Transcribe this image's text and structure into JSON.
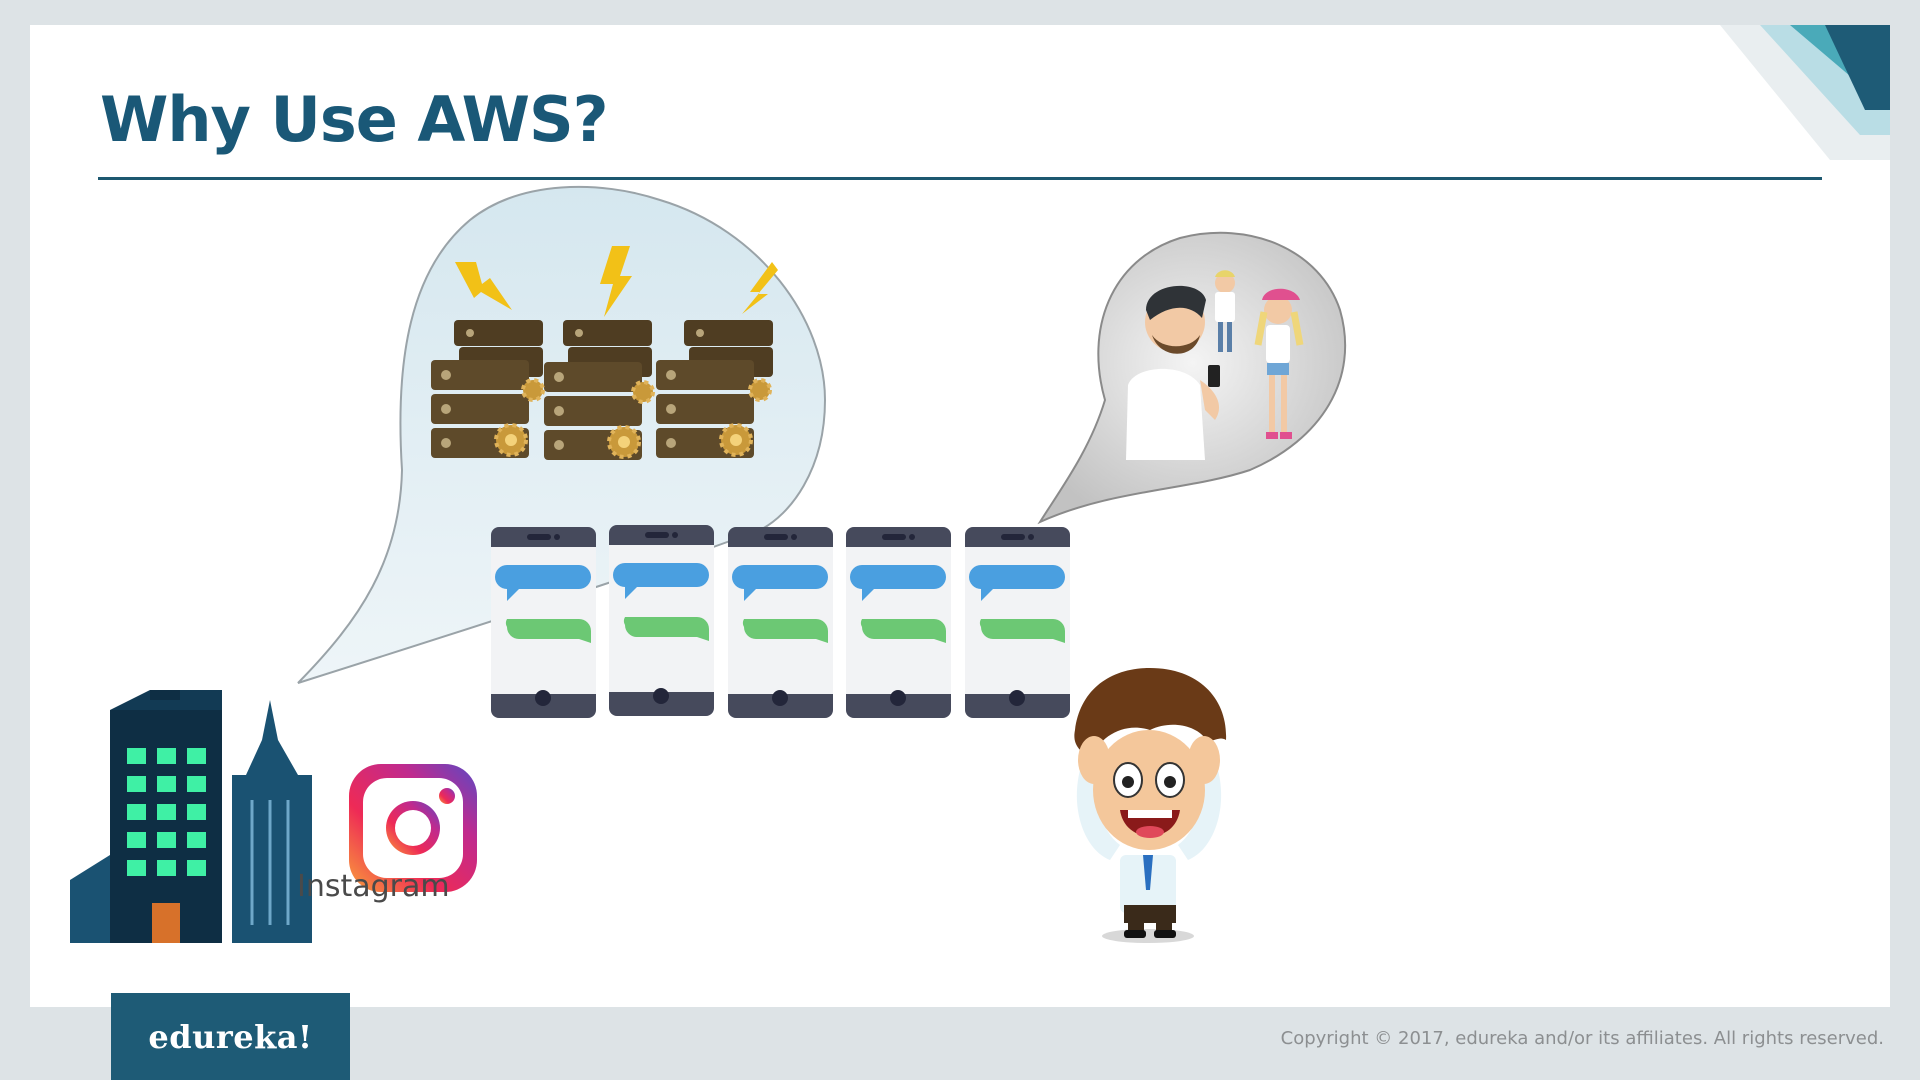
{
  "slide": {
    "title": "Why Use AWS?",
    "instagram_label": "Instagram"
  },
  "footer": {
    "brand": "edureka!",
    "copyright": "Copyright © 2017, edureka and/or its affiliates. All rights reserved."
  },
  "colors": {
    "title": "#1a5877",
    "rule": "#1d5870",
    "brand_box": "#1e5b76",
    "background": "#dde3e6",
    "server": "#5e4a2a",
    "gear": "#c9993a",
    "bolt": "#f2c117",
    "phone_frame": "#464a5c",
    "bubble_blue": "#4a9fe0",
    "bubble_green": "#6cc874"
  },
  "icons": {
    "servers": "server-stack-icon",
    "lightning": "lightning-bolt-icon",
    "phone": "smartphone-icon",
    "users": "people-illustration",
    "building": "office-building-icon",
    "instagram": "instagram-logo",
    "developer": "worried-developer-illustration"
  }
}
